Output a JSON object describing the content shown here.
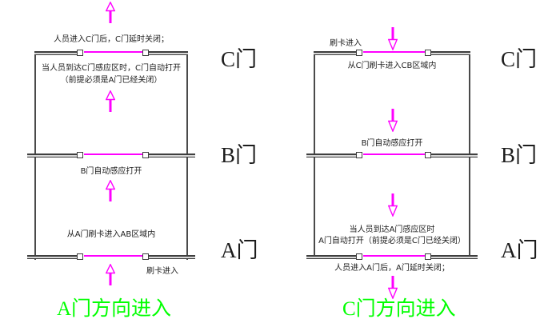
{
  "colors": {
    "magenta": "#ff00ff",
    "green": "#00ff00",
    "wall": "#3f3f3f"
  },
  "icons": {
    "up_arrow": "magenta-outline-up-arrow",
    "down_arrow": "magenta-outline-down-arrow",
    "door_sensor": "small-white-square"
  },
  "left_flow": {
    "title": "A门方向进入",
    "exit_caption": "人员进入C门后，C门延时关闭；",
    "door_labels": {
      "c": "C门",
      "b": "B门",
      "a": "A门"
    },
    "zone_bc": {
      "line1": "当人员到达C门感应区时，C门自动打开",
      "line2": "（前提必须是A门已经关闭）"
    },
    "zone_ab": {
      "sensor": "B门自动感应打开",
      "entry": "从A门刷卡进入AB区域内"
    },
    "swipe_label": "刷卡进入"
  },
  "right_flow": {
    "title": "C门方向进入",
    "swipe_label": "刷卡进入",
    "zone_bc": {
      "entry": "从C门刷卡进入CB区域内",
      "sensor": "B门自动感应打开"
    },
    "zone_ab": {
      "line1": "当人员到达A门感应区时",
      "line2": "A门自动打开（前提必须是C门已经关闭）"
    },
    "exit_caption": "人员进入A门后，A门延时关闭；",
    "door_labels": {
      "c": "C门",
      "b": "B门",
      "a": "A门"
    }
  }
}
